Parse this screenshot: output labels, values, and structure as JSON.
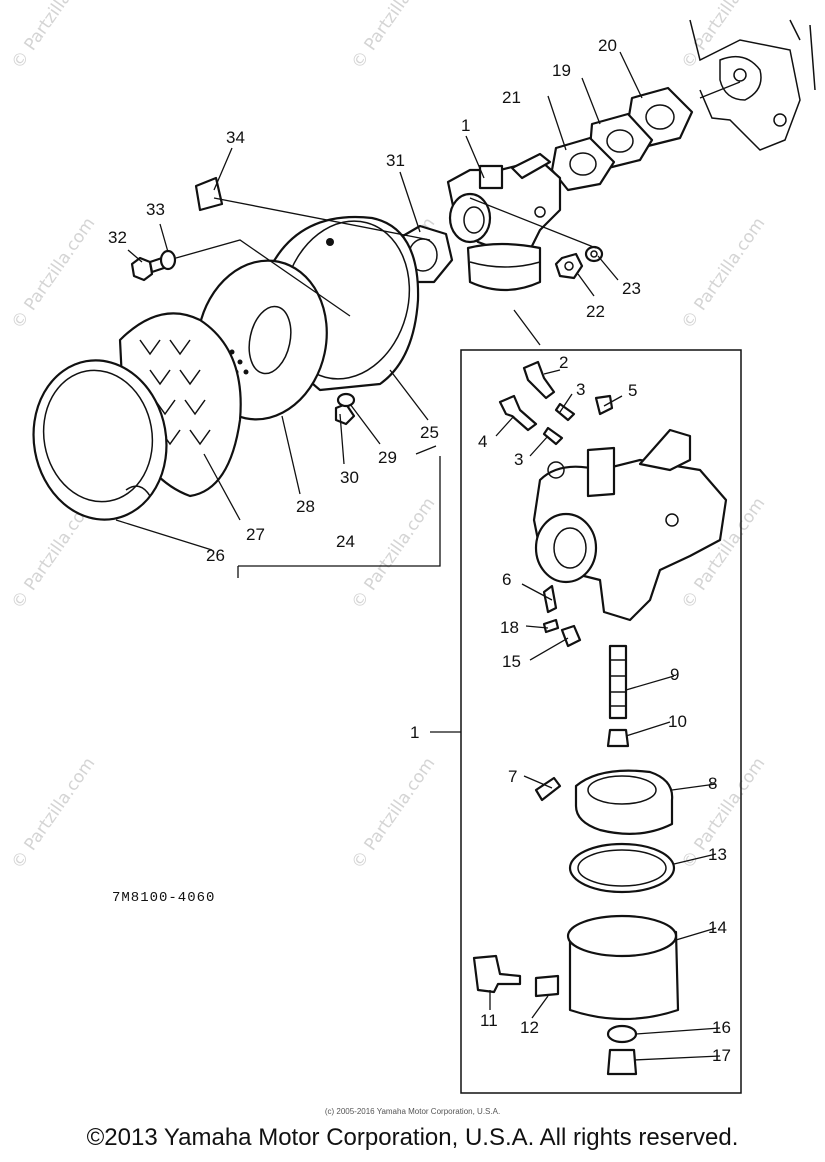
{
  "diagram": {
    "drawing_code": "7M8100-4060",
    "callouts": [
      "1",
      "2",
      "3",
      "3",
      "4",
      "5",
      "6",
      "7",
      "8",
      "9",
      "10",
      "11",
      "12",
      "13",
      "14",
      "15",
      "16",
      "17",
      "18",
      "19",
      "20",
      "21",
      "22",
      "23",
      "24",
      "25",
      "26",
      "27",
      "28",
      "29",
      "30",
      "31",
      "32",
      "33",
      "34",
      "1"
    ]
  },
  "watermark": {
    "text": "© Partzilla.com"
  },
  "footer": {
    "small_copyright": "(c) 2005-2016 Yamaha Motor Corporation, U.S.A.",
    "copyright": "©2013 Yamaha Motor Corporation, U.S.A. All rights reserved."
  }
}
